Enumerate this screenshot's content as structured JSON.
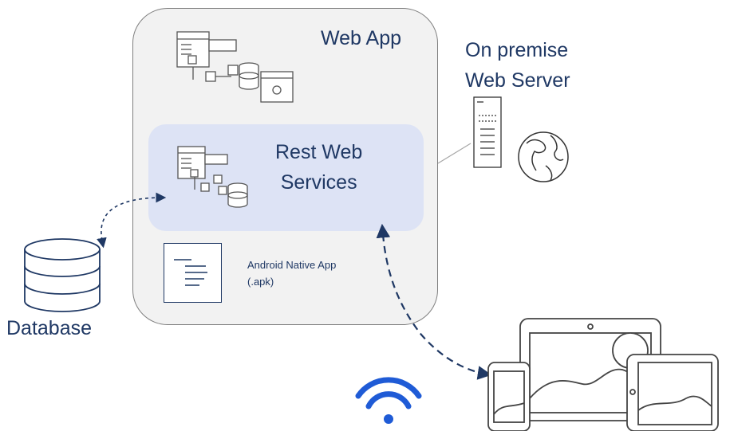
{
  "diagram": {
    "web_app": {
      "title": "Web App"
    },
    "rest_services": {
      "title_line1": "Rest Web",
      "title_line2": "Services"
    },
    "server": {
      "title_line1": "On premise",
      "title_line2": "Web Server"
    },
    "database": {
      "label": "Database"
    },
    "android_app": {
      "label_line1": "Android Native App",
      "label_line2": "(.apk)"
    }
  },
  "colors": {
    "ink": "#1f3864",
    "wifi": "#1f5bd6",
    "container_fill": "#f2f2f2",
    "rest_fill": "#dde3f5"
  },
  "icons": [
    "diagram-icon",
    "server-icon",
    "globe-icon",
    "database-icon",
    "document-icon",
    "wifi-icon",
    "devices-icon"
  ]
}
